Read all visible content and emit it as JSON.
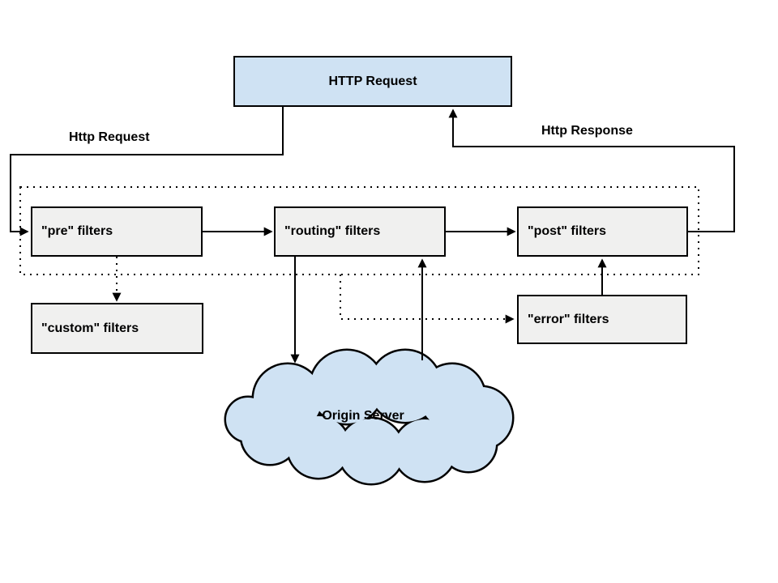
{
  "diagram": {
    "nodes": {
      "http_request": "HTTP Request",
      "pre_filters": "\"pre\" filters",
      "routing_filters": "\"routing\" filters",
      "post_filters": "\"post\" filters",
      "custom_filters": "\"custom\" filters",
      "error_filters": "\"error\" filters",
      "origin_server": "Origin Server"
    },
    "edge_labels": {
      "http_request": "Http Request",
      "http_response": "Http Response"
    },
    "colors": {
      "node_blue": "#cfe2f3",
      "node_gray": "#f0f0ef",
      "stroke": "#000000",
      "background": "#ffffff"
    }
  }
}
